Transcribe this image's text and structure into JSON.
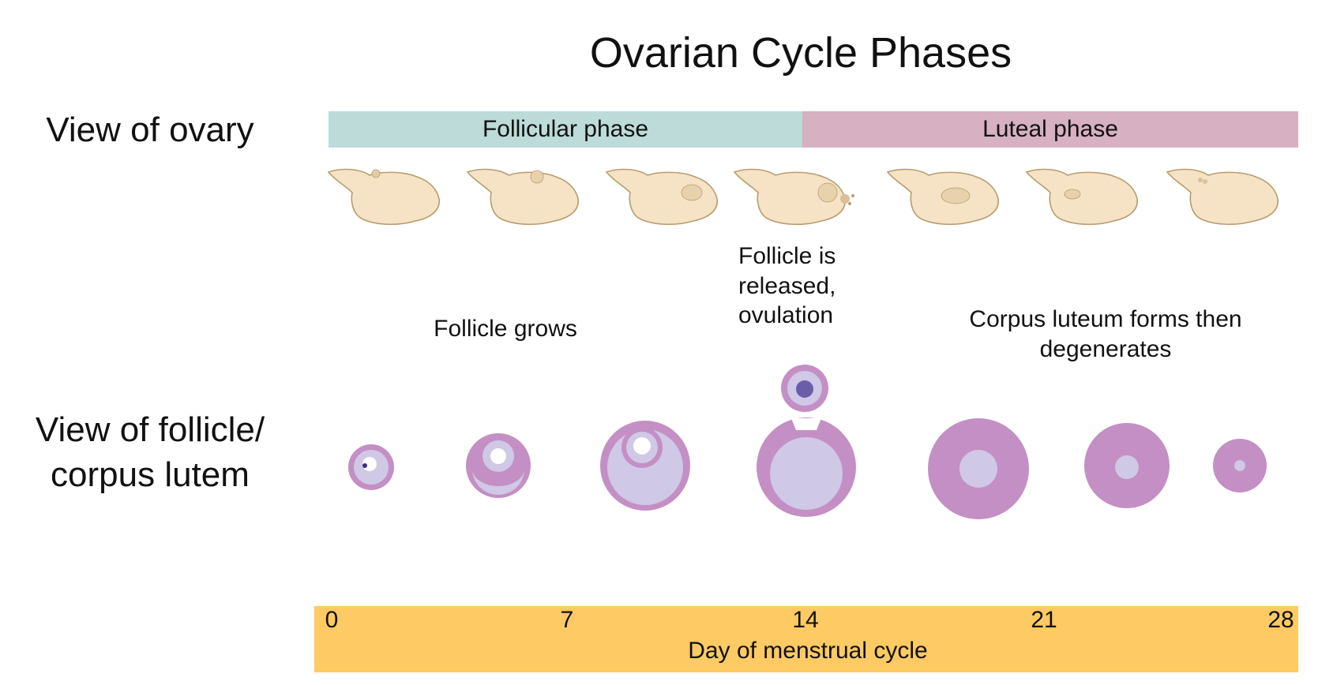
{
  "title": "Ovarian Cycle Phases",
  "row_labels": {
    "ovary": "View of ovary",
    "follicle": "View of follicle/\ncorpus lutem"
  },
  "phases": {
    "follicular": "Follicular phase",
    "luteal": "Luteal phase"
  },
  "annotations": {
    "follicle_grows": "Follicle grows",
    "ovulation": "Follicle is\nreleased,\novulation",
    "corpus_luteum": "Corpus luteum forms then\ndegenerates"
  },
  "timeline": {
    "ticks": [
      "0",
      "7",
      "14",
      "21",
      "28"
    ],
    "label": "Day of menstrual cycle"
  },
  "colors": {
    "follicular_bar": "#bcdbd9",
    "luteal_bar": "#d7b0c2",
    "timeline_bar": "#fdca63",
    "ovary_fill": "#f6e3c6",
    "ovary_stroke": "#b79d6e",
    "follicle_outer": "#c48fc4",
    "follicle_inner": "#cfc8e6",
    "oocyte": "#6b5ea9"
  },
  "icons": [
    "ovary-icon",
    "follicle-icon",
    "corpus-luteum-icon",
    "released-oocyte-icon"
  ]
}
